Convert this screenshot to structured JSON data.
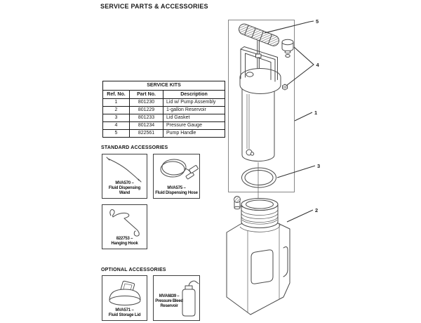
{
  "page_title": "SERVICE PARTS & ACCESSORIES",
  "service_kits_table": {
    "title": "SERVICE KITS",
    "columns": [
      "Ref. No.",
      "Part No.",
      "Description"
    ],
    "rows": [
      [
        "1",
        "801230",
        "Lid w/ Pump Assembly"
      ],
      [
        "2",
        "801229",
        "1-gallon Reservoir"
      ],
      [
        "3",
        "801233",
        "Lid Gasket"
      ],
      [
        "4",
        "801234",
        "Pressure Gauge"
      ],
      [
        "5",
        "822561",
        "Pump Handle"
      ]
    ]
  },
  "standard_accessories": {
    "heading": "STANDARD ACCESSORIES",
    "items": [
      {
        "part": "MVA570 –",
        "name": "Fluid Dispensing Wand",
        "icon": "dispensing-wand-icon"
      },
      {
        "part": "MVA575 –",
        "name": "Fluid Dispensing Hose",
        "icon": "dispensing-hose-icon"
      },
      {
        "part": "822753 –",
        "name": "Hanging Hook",
        "icon": "hanging-hook-icon"
      }
    ]
  },
  "optional_accessories": {
    "heading": "OPTIONAL ACCESSORIES",
    "items": [
      {
        "part": "MVA571 –",
        "name": "Fluid Storage Lid",
        "icon": "storage-lid-icon"
      },
      {
        "part": "MVA6839 –",
        "name": "Pressure Bleed Reservoir",
        "icon": "bleed-reservoir-icon"
      }
    ]
  },
  "diagram": {
    "callouts": [
      {
        "label": "5"
      },
      {
        "label": "4"
      },
      {
        "label": "1"
      },
      {
        "label": "3"
      },
      {
        "label": "2"
      }
    ]
  },
  "colors": {
    "line_art": "#4a4a4a",
    "text": "#1a1a1a",
    "box_border": "#3f3f3f"
  }
}
